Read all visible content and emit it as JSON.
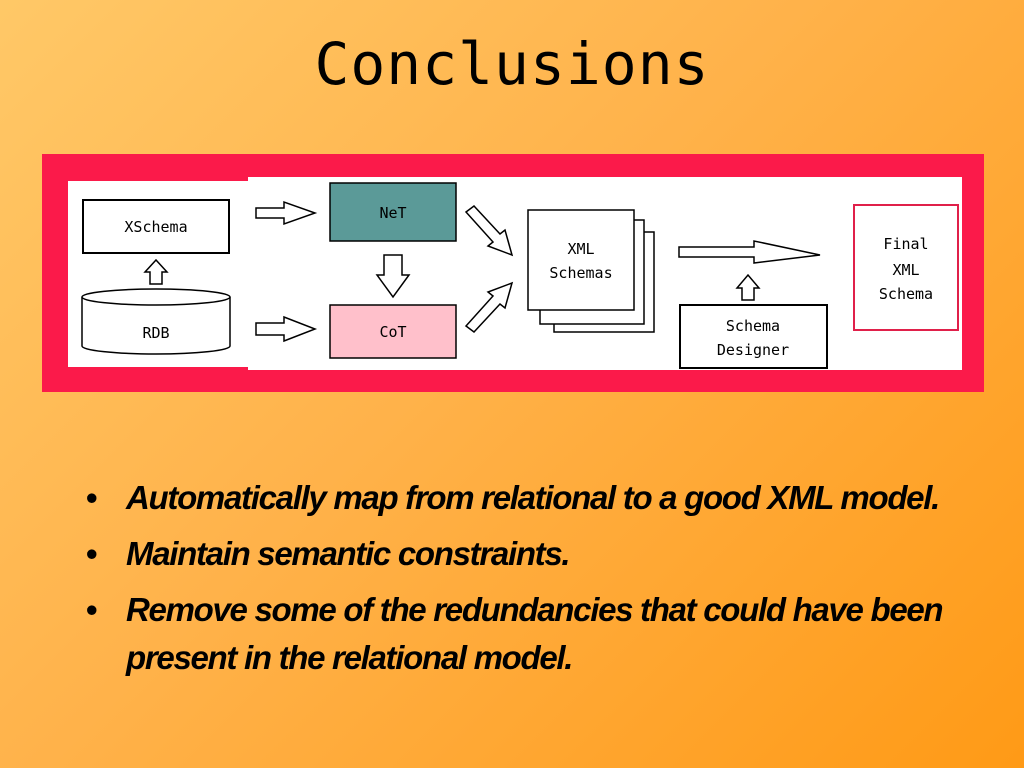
{
  "slide": {
    "title": "Conclusions"
  },
  "diagram": {
    "nodes": {
      "xschema": "XSchema",
      "rdb": "RDB",
      "net": "NeT",
      "cot": "CoT",
      "xml_schemas_line1": "XML",
      "xml_schemas_line2": "Schemas",
      "schema_designer_line1": "Schema",
      "schema_designer_line2": "Designer",
      "final_line1": "Final",
      "final_line2": "XML",
      "final_line3": "Schema"
    },
    "colors": {
      "frame": "#fb1a4a",
      "net_fill": "#5b9a98",
      "cot_fill": "#ffc0cb",
      "final_border": "#e0204a"
    }
  },
  "bullets": [
    "Automatically map from relational to a good XML model.",
    "Maintain semantic constraints.",
    "Remove some of the redundancies that could have been present in the relational model."
  ],
  "bullet_symbol": "•"
}
